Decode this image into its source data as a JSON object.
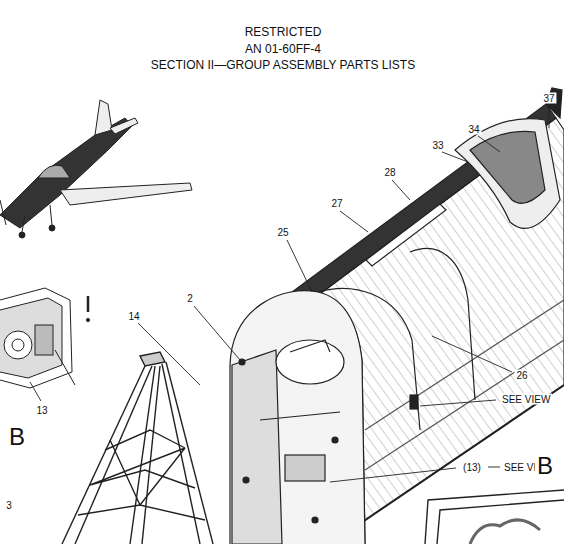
{
  "diagram": {
    "labels": [
      "RESTRICTED",
      "AN 01-60FF-4",
      "SECTION II—GROUP ASSEMBLY PARTS LISTS",
      "37",
      "34",
      "33",
      "28",
      "27",
      "25",
      "2",
      "14",
      "26",
      "13",
      "SEE VIEW",
      "(13)",
      "SEE VIEW",
      "B",
      "B",
      "3"
    ]
  }
}
